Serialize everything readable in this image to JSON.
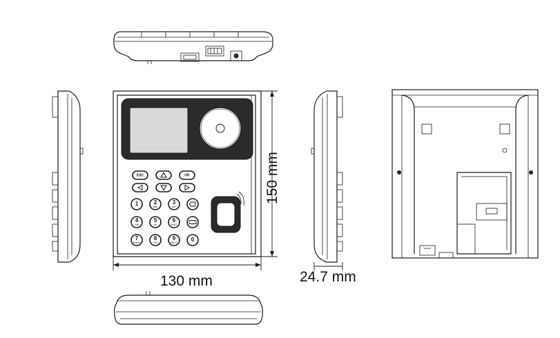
{
  "dimensions": {
    "width": "130 mm",
    "height": "150 mm",
    "depth": "24.7 mm"
  },
  "keypad": {
    "function_keys": [
      "ESC",
      "",
      "OK"
    ],
    "number_keys": [
      {
        "digit": "1",
        "letters": ""
      },
      {
        "digit": "2",
        "letters": "ABC"
      },
      {
        "digit": "3",
        "letters": "DEF"
      },
      {
        "digit": "4",
        "letters": "GHI"
      },
      {
        "digit": "5",
        "letters": "JKL"
      },
      {
        "digit": "6",
        "letters": "MNO"
      },
      {
        "digit": "7",
        "letters": "PQRS"
      },
      {
        "digit": "8",
        "letters": "TUV"
      },
      {
        "digit": "9",
        "letters": "WXYZ"
      },
      {
        "digit": "0",
        "letters": ""
      }
    ]
  }
}
